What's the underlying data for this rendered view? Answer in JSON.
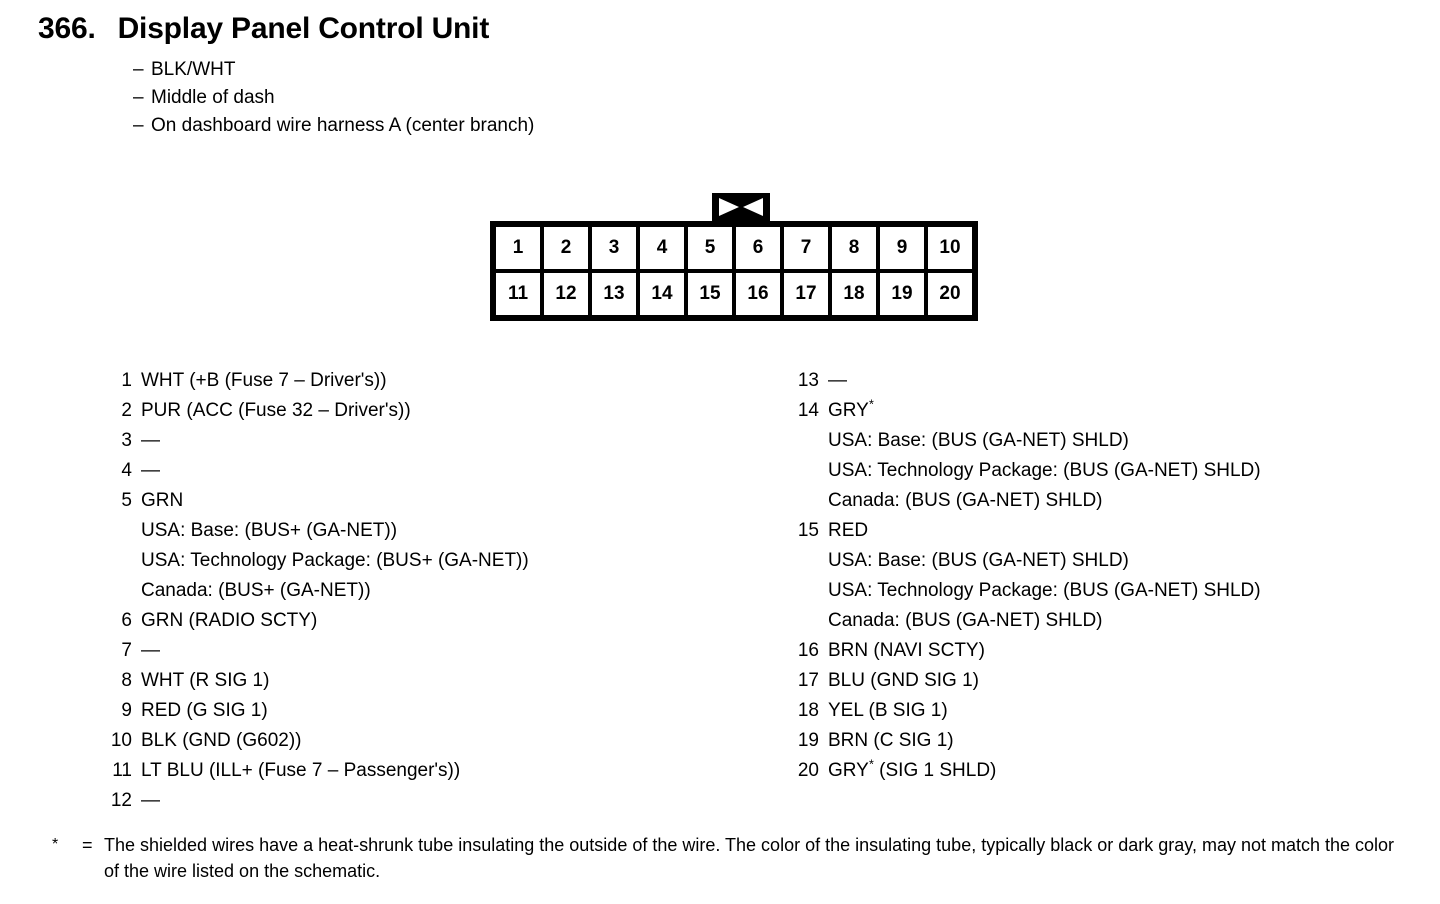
{
  "header": {
    "number": "366.",
    "title": "Display Panel Control Unit",
    "dash": "–",
    "subtitles": [
      "BLK/WHT",
      "Middle of dash",
      "On dashboard wire harness A (center branch)"
    ]
  },
  "connector": {
    "latch_icon": "bowtie-latch-icon",
    "row_top": [
      "1",
      "2",
      "3",
      "4",
      "5",
      "6",
      "7",
      "8",
      "9",
      "10"
    ],
    "row_bottom": [
      "11",
      "12",
      "13",
      "14",
      "15",
      "16",
      "17",
      "18",
      "19",
      "20"
    ]
  },
  "pins_left": [
    {
      "num": "1",
      "main": "WHT (+B (Fuse 7 – Driver's))",
      "subs": []
    },
    {
      "num": "2",
      "main": "PUR (ACC (Fuse 32 – Driver's))",
      "subs": []
    },
    {
      "num": "3",
      "main": "—",
      "subs": []
    },
    {
      "num": "4",
      "main": "—",
      "subs": []
    },
    {
      "num": "5",
      "main": "GRN",
      "subs": [
        "USA: Base: (BUS+ (GA-NET))",
        "USA: Technology Package: (BUS+ (GA-NET))",
        "Canada: (BUS+ (GA-NET))"
      ]
    },
    {
      "num": "6",
      "main": "GRN (RADIO SCTY)",
      "subs": []
    },
    {
      "num": "7",
      "main": "—",
      "subs": []
    },
    {
      "num": "8",
      "main": "WHT (R SIG 1)",
      "subs": []
    },
    {
      "num": "9",
      "main": "RED (G SIG 1)",
      "subs": []
    },
    {
      "num": "10",
      "main": "BLK (GND (G602))",
      "subs": []
    },
    {
      "num": "11",
      "main": "LT BLU (ILL+ (Fuse 7 – Passenger's))",
      "subs": []
    },
    {
      "num": "12",
      "main": "—",
      "subs": []
    }
  ],
  "pins_right": [
    {
      "num": "13",
      "main": "—",
      "star": false,
      "subs": []
    },
    {
      "num": "14",
      "main": "GRY",
      "star": true,
      "subs": [
        "USA: Base: (BUS (GA-NET) SHLD)",
        "USA: Technology Package: (BUS (GA-NET) SHLD)",
        "Canada: (BUS (GA-NET) SHLD)"
      ]
    },
    {
      "num": "15",
      "main": "RED",
      "star": false,
      "subs": [
        "USA: Base: (BUS (GA-NET) SHLD)",
        "USA: Technology Package: (BUS (GA-NET) SHLD)",
        "Canada: (BUS (GA-NET) SHLD)"
      ]
    },
    {
      "num": "16",
      "main": "BRN (NAVI SCTY)",
      "star": false,
      "subs": []
    },
    {
      "num": "17",
      "main": "BLU (GND SIG 1)",
      "star": false,
      "subs": []
    },
    {
      "num": "18",
      "main": "YEL (B SIG 1)",
      "star": false,
      "subs": []
    },
    {
      "num": "19",
      "main": "BRN (C SIG 1)",
      "star": false,
      "subs": []
    },
    {
      "num": "20",
      "main": "GRY",
      "star": true,
      "suffix": " (SIG 1 SHLD)",
      "subs": []
    }
  ],
  "footnote": {
    "star": "*",
    "equals": "=",
    "text": "The shielded wires have a heat-shrunk tube insulating the outside of the wire.  The color of the insulating tube, typically black or dark gray, may not match the color of the wire listed on the schematic."
  }
}
